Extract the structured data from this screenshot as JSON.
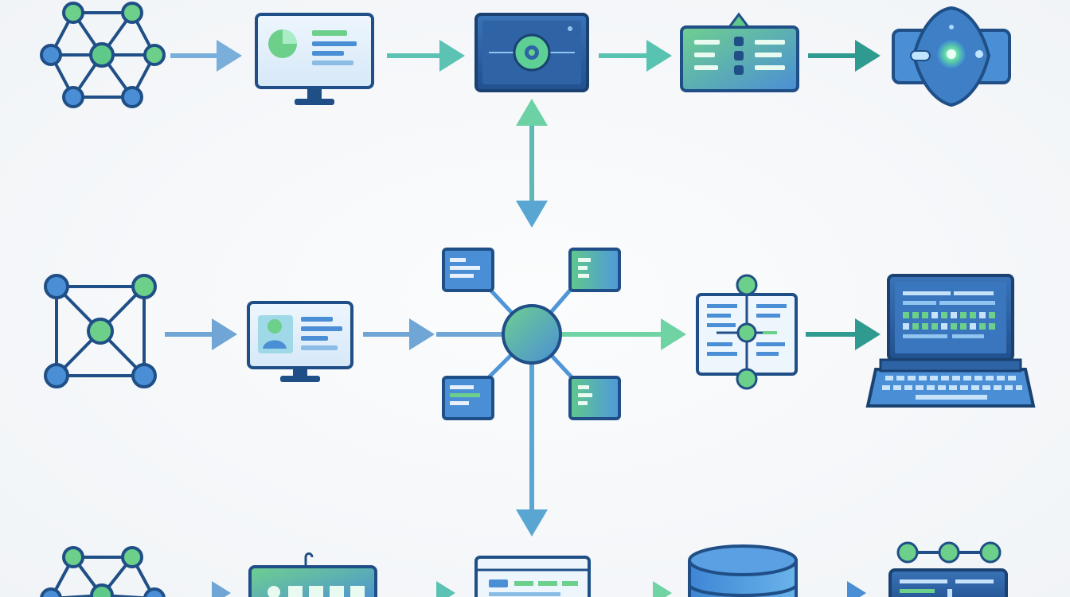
{
  "diagram": {
    "colors": {
      "background": "#f3f6f8",
      "outline": "#1f4f86",
      "node_blue": "#4a8ed6",
      "node_green": "#6ccf8a",
      "panel_light": "#e6f1fb",
      "screen_dark": "#2b5c9c",
      "arrow_blue": "#6fa6d6",
      "arrow_teal": "#57c2b3",
      "arrow_dark_teal": "#2f9a8f",
      "arrow_green": "#6fd3a4"
    },
    "rows": [
      {
        "id": "top",
        "icons": [
          "network-graph-icon",
          "monitor-profile-icon",
          "target-screen-icon",
          "server-rack-icon",
          "eye-sensor-icon"
        ]
      },
      {
        "id": "middle",
        "icons": [
          "mesh-network-icon",
          "user-monitor-icon",
          "central-hub-icon",
          "document-pipeline-icon",
          "laptop-dashboard-icon"
        ]
      },
      {
        "id": "bottom",
        "icons": [
          "network-graph-icon",
          "monitor-panel-icon",
          "browser-window-icon",
          "database-icon",
          "connected-server-icon"
        ]
      }
    ],
    "hub_satellites": [
      "card-top-left",
      "card-top-right",
      "card-bottom-left",
      "card-bottom-right"
    ],
    "has_text_labels": false
  }
}
